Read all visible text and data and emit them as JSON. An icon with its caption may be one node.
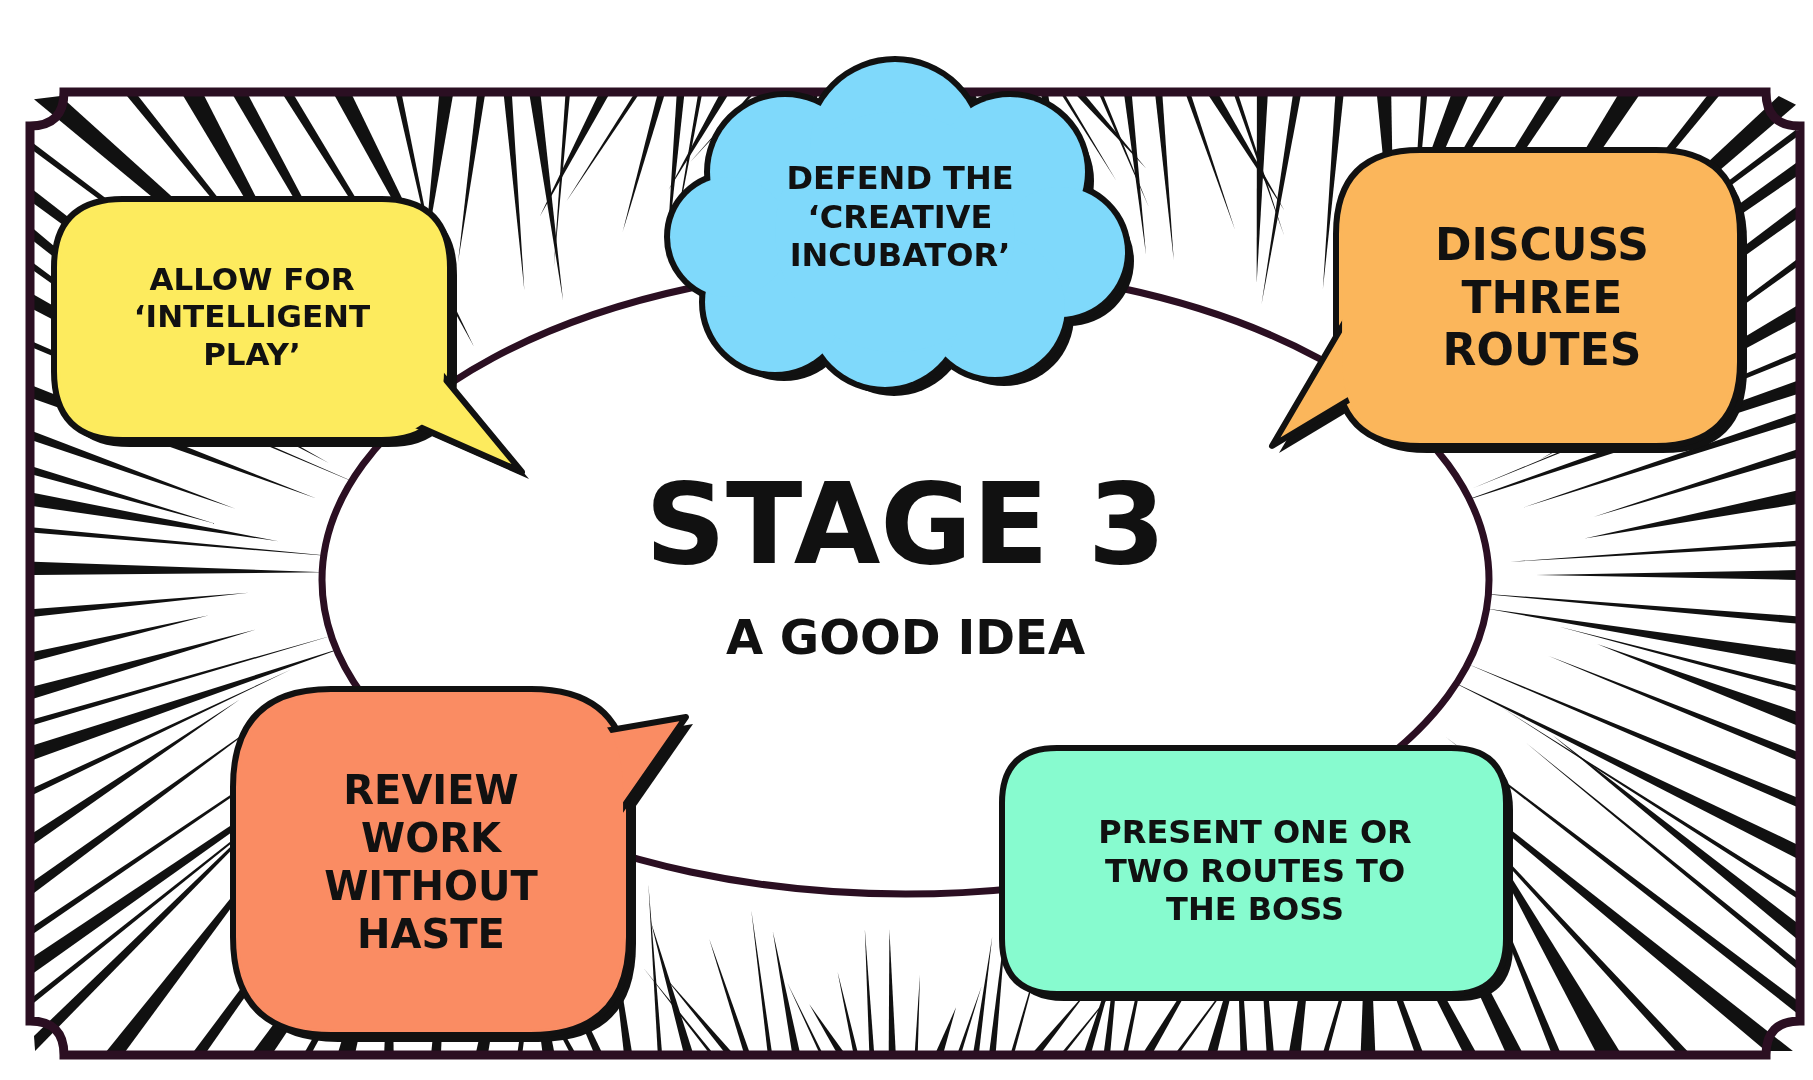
{
  "diagram": {
    "nodes": [
      {
        "text": [
          "STAGE 3",
          "A GOOD IDEA"
        ]
      },
      {
        "text": [
          "ALLOW FOR ‘INTELLIGENT PLAY’"
        ]
      },
      {
        "text": [
          "DEFEND THE ‘CREATIVE INCUBATOR’"
        ]
      },
      {
        "text": [
          "DISCUSS THREE ROUTES"
        ]
      },
      {
        "text": [
          "REVIEW WORK WITHOUT HASTE"
        ]
      },
      {
        "text": [
          "PRESENT ONE OR TWO ROUTES TO THE BOSS"
        ]
      }
    ]
  }
}
